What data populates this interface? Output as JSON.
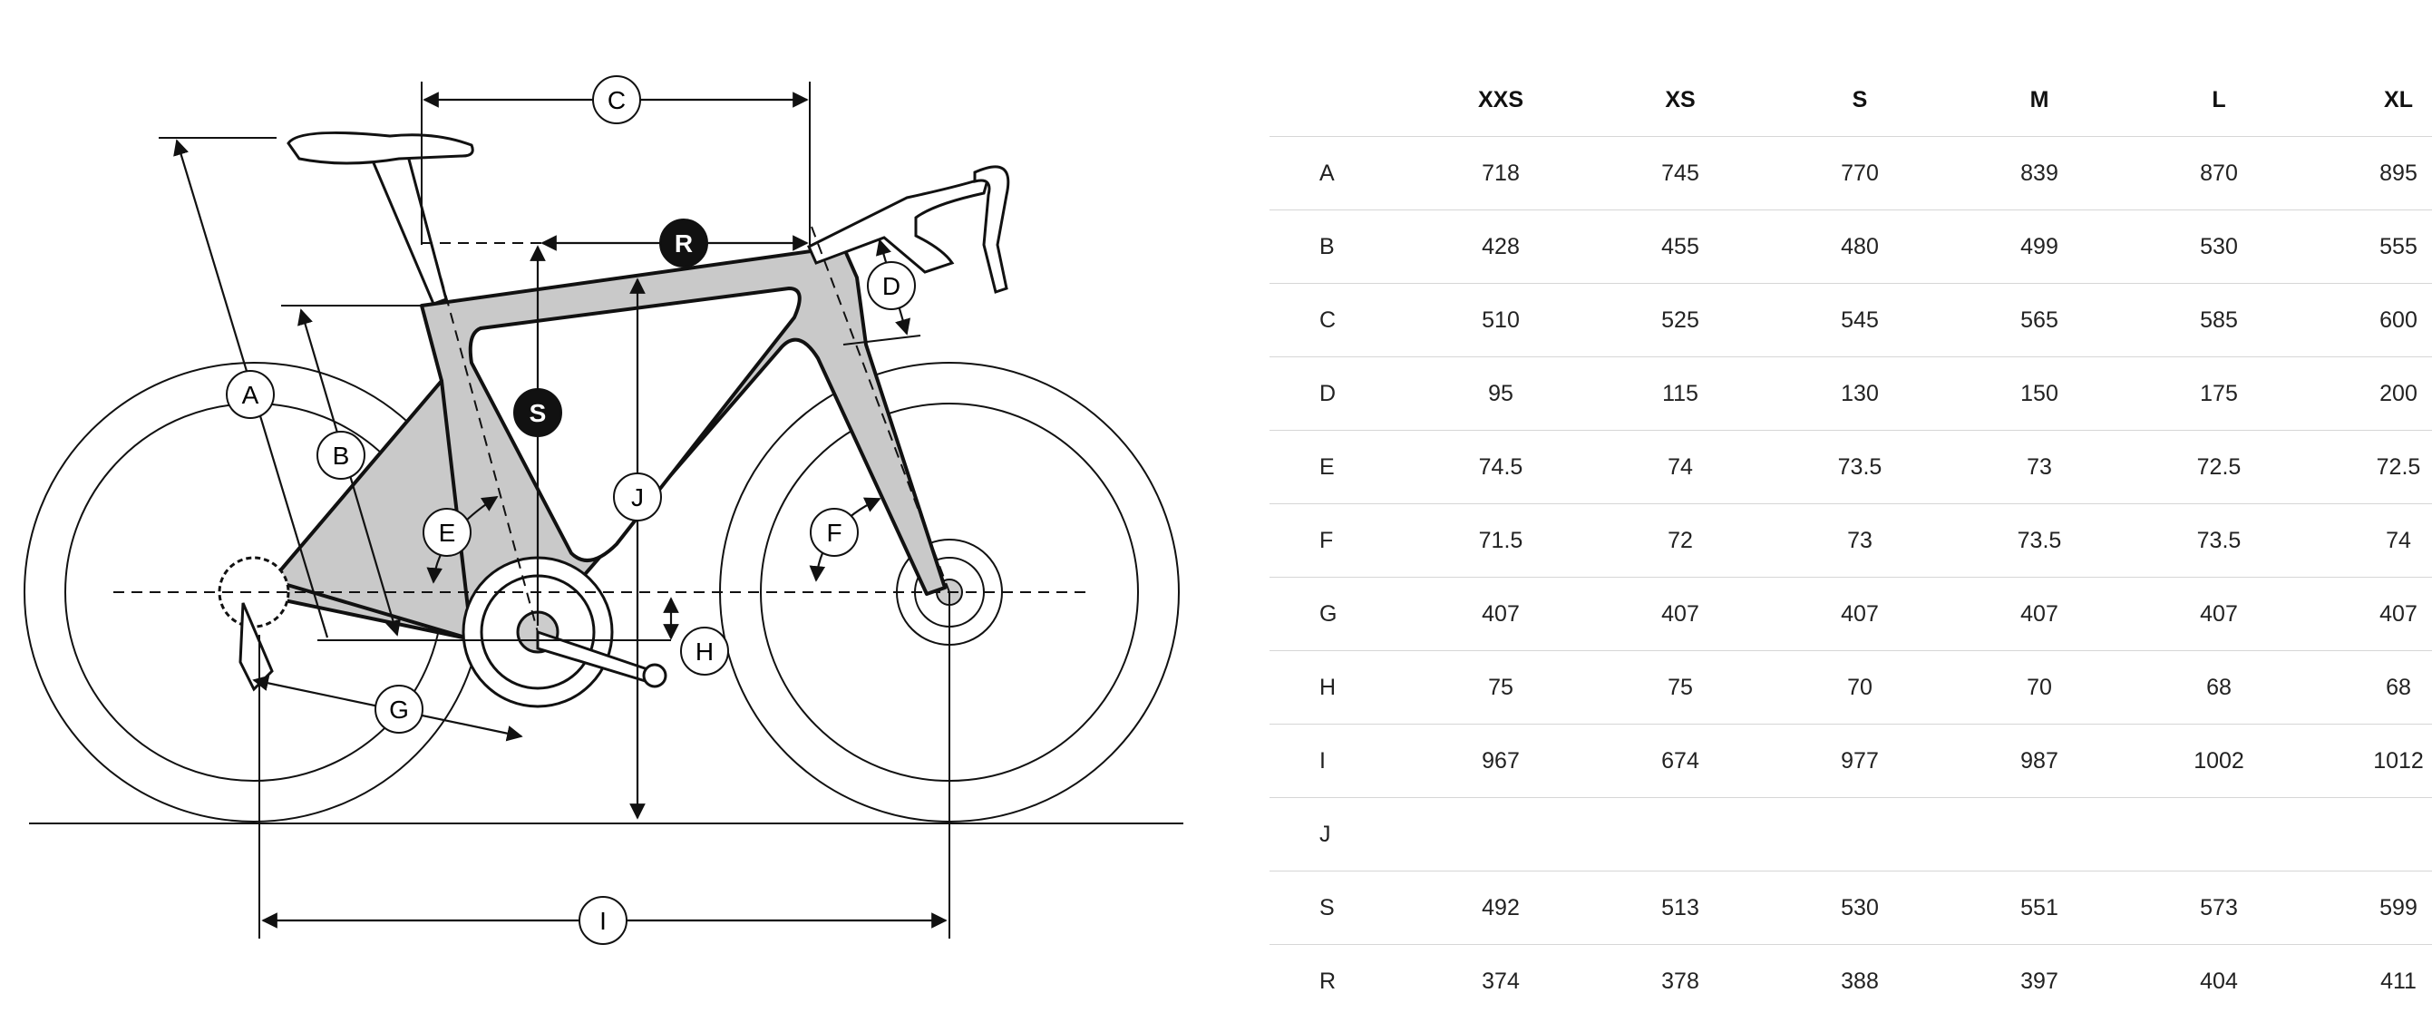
{
  "diagram": {
    "labels": [
      "A",
      "B",
      "C",
      "D",
      "E",
      "F",
      "G",
      "H",
      "I",
      "J",
      "S",
      "R"
    ]
  },
  "table": {
    "headers": [
      "",
      "XXS",
      "XS",
      "S",
      "M",
      "L",
      "XL"
    ],
    "rows": [
      {
        "label": "A",
        "values": [
          "718",
          "745",
          "770",
          "839",
          "870",
          "895"
        ]
      },
      {
        "label": "B",
        "values": [
          "428",
          "455",
          "480",
          "499",
          "530",
          "555"
        ]
      },
      {
        "label": "C",
        "values": [
          "510",
          "525",
          "545",
          "565",
          "585",
          "600"
        ]
      },
      {
        "label": "D",
        "values": [
          "95",
          "115",
          "130",
          "150",
          "175",
          "200"
        ]
      },
      {
        "label": "E",
        "values": [
          "74.5",
          "74",
          "73.5",
          "73",
          "72.5",
          "72.5"
        ]
      },
      {
        "label": "F",
        "values": [
          "71.5",
          "72",
          "73",
          "73.5",
          "73.5",
          "74"
        ]
      },
      {
        "label": "G",
        "values": [
          "407",
          "407",
          "407",
          "407",
          "407",
          "407"
        ]
      },
      {
        "label": "H",
        "values": [
          "75",
          "75",
          "70",
          "70",
          "68",
          "68"
        ]
      },
      {
        "label": "I",
        "values": [
          "967",
          "674",
          "977",
          "987",
          "1002",
          "1012"
        ]
      },
      {
        "label": "J",
        "values": [
          "",
          "",
          "",
          "",
          "",
          ""
        ]
      },
      {
        "label": "S",
        "values": [
          "492",
          "513",
          "530",
          "551",
          "573",
          "599"
        ]
      },
      {
        "label": "R",
        "values": [
          "374",
          "378",
          "388",
          "397",
          "404",
          "411"
        ]
      }
    ]
  }
}
